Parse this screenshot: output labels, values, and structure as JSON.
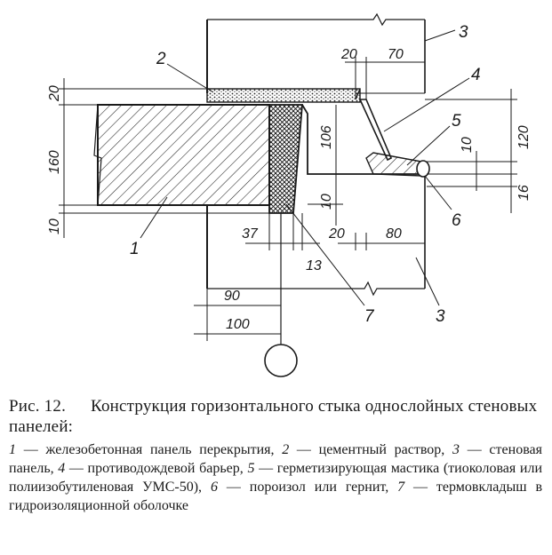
{
  "figure": {
    "number_label": "Рис. 12.",
    "title": "Конструкция горизонтального стыка однослойных стеновых панелей:"
  },
  "legend": [
    {
      "num": "1",
      "text": " — железобетонная панель перекрытия, "
    },
    {
      "num": "2",
      "text": " — цементный раствор, "
    },
    {
      "num": "3",
      "text": " — стеновая панель, "
    },
    {
      "num": "4",
      "text": " — противодождевой барьер, "
    },
    {
      "num": "5",
      "text": " — герметизирующая мастика (тиоколовая или полиизобутиленовая УМС-50), "
    },
    {
      "num": "6",
      "text": " — пороизол или гернит, "
    },
    {
      "num": "7",
      "text": " — термовкладыш в гидроизоляционной оболочке"
    }
  ],
  "drawing": {
    "dimensions": {
      "d20_left": "20",
      "d160": "160",
      "d10_left": "10",
      "d106": "106",
      "d10_mid": "10",
      "d20_top": "20",
      "d70": "70",
      "d120": "120",
      "d10_right": "10",
      "d16": "16",
      "d37": "37",
      "d13": "13",
      "d20_bottom": "20",
      "d80": "80",
      "d90": "90",
      "d100": "100"
    },
    "callouts": {
      "c1": "1",
      "c2": "2",
      "c3_top": "3",
      "c3_bottom": "3",
      "c4": "4",
      "c5": "5",
      "c6": "6",
      "c7": "7"
    }
  }
}
